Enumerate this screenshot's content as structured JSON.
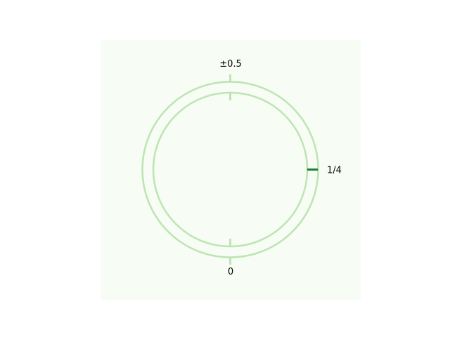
{
  "colors": {
    "panel_background": "#f7fcf5",
    "ring": "#bde5b2",
    "tick": "#bde5b2",
    "highlight_tick": "#1a7f37"
  },
  "diagram": {
    "labels": {
      "top": "±0.5",
      "right": "1/4",
      "bottom": "0"
    }
  }
}
